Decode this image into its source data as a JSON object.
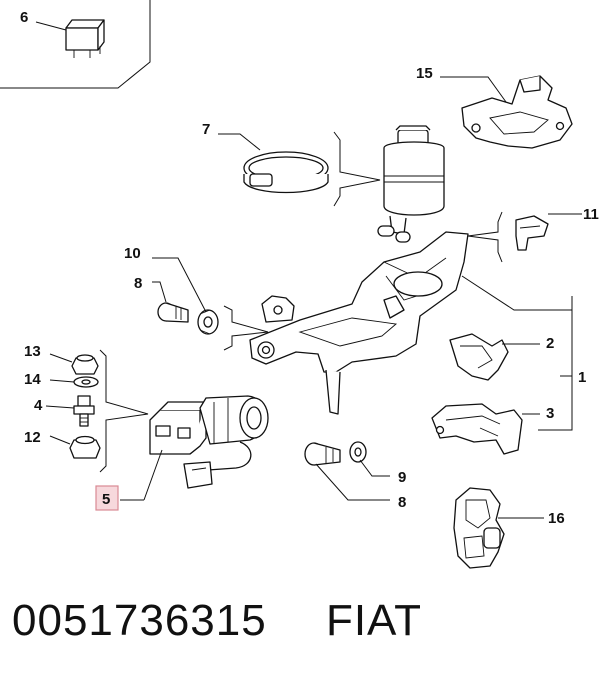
{
  "caption": {
    "part_number": "0051736315",
    "brand": "FIAT"
  },
  "callouts": {
    "c1": "1",
    "c2": "2",
    "c3": "3",
    "c4": "4",
    "c5": "5",
    "c6": "6",
    "c7": "7",
    "c8a": "8",
    "c8b": "8",
    "c9": "9",
    "c10": "10",
    "c11": "11",
    "c12": "12",
    "c13": "13",
    "c14": "14",
    "c15": "15",
    "c16": "16"
  },
  "highlighted_callout": "5",
  "colors": {
    "highlight_fill": "#f7d8dc",
    "highlight_stroke": "#d98a94",
    "ink": "#111111"
  }
}
